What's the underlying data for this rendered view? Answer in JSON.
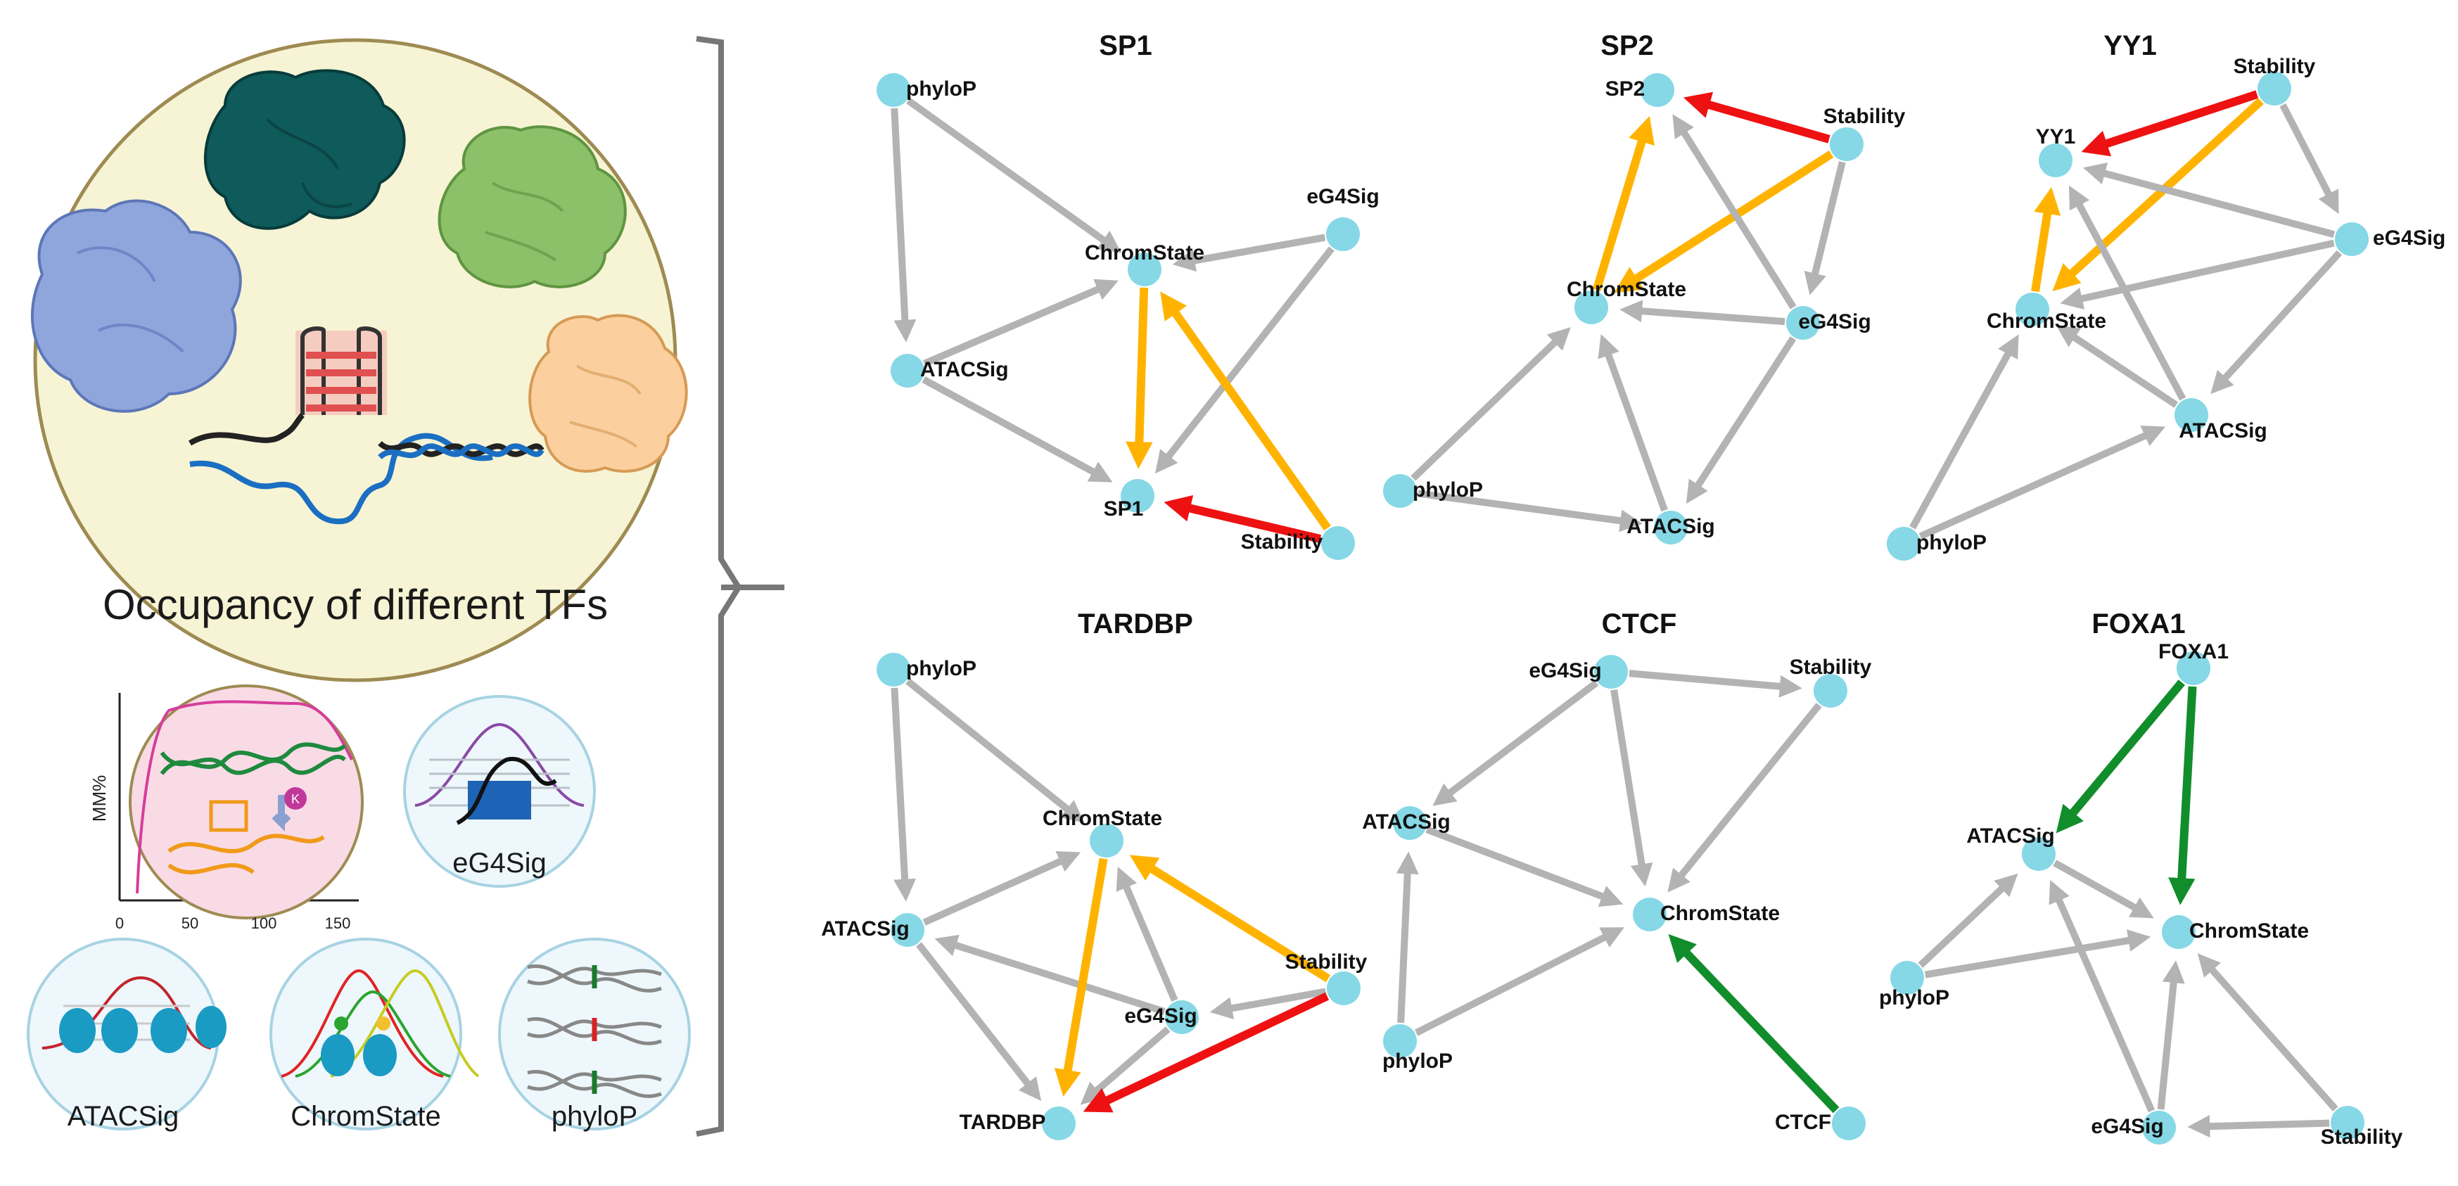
{
  "colors": {
    "node": "#86d8e6",
    "edge_gray": "#b3b3b3",
    "edge_orange": "#ffb300",
    "edge_red": "#ee1111",
    "edge_green": "#118d2b",
    "big_circle_fill": "#f6f4d4",
    "big_circle_stroke": "#9e8b52",
    "bracket": "#777777"
  },
  "left_panel": {
    "big_circle_caption": "Occupancy of different TFs",
    "mm_plot": {
      "ylabel": "MM%",
      "xticks": [
        "0",
        "50",
        "100",
        "150"
      ],
      "ion_label": "K"
    },
    "small_circles": [
      "eG4Sig",
      "ATACSig",
      "ChromState",
      "phyloP"
    ],
    "icons": [
      "tf-protein-blue-icon",
      "tf-protein-darkteal-icon",
      "tf-protein-green-icon",
      "tf-protein-peach-icon",
      "g-quadruplex-icon",
      "dna-helix-icon",
      "signal-peak-icon",
      "nucleosome-icon",
      "dna-conservation-icon"
    ]
  },
  "networks": [
    {
      "title": "SP1",
      "nodes": [
        "phyloP",
        "ChromState",
        "eG4Sig",
        "ATACSig",
        "SP1",
        "Stability"
      ],
      "edges": [
        {
          "from": "phyloP",
          "to": "ChromState",
          "color": "gray"
        },
        {
          "from": "phyloP",
          "to": "ATACSig",
          "color": "gray"
        },
        {
          "from": "ATACSig",
          "to": "ChromState",
          "color": "gray"
        },
        {
          "from": "ATACSig",
          "to": "SP1",
          "color": "gray"
        },
        {
          "from": "eG4Sig",
          "to": "ChromState",
          "color": "gray"
        },
        {
          "from": "eG4Sig",
          "to": "SP1",
          "color": "gray"
        },
        {
          "from": "ChromState",
          "to": "SP1",
          "color": "orange"
        },
        {
          "from": "Stability",
          "to": "ChromState",
          "color": "orange"
        },
        {
          "from": "Stability",
          "to": "SP1",
          "color": "red"
        }
      ]
    },
    {
      "title": "SP2",
      "nodes": [
        "SP2",
        "Stability",
        "ChromState",
        "eG4Sig",
        "phyloP",
        "ATACSig"
      ],
      "edges": [
        {
          "from": "Stability",
          "to": "SP2",
          "color": "red"
        },
        {
          "from": "ChromState",
          "to": "SP2",
          "color": "orange"
        },
        {
          "from": "Stability",
          "to": "ChromState",
          "color": "orange"
        },
        {
          "from": "eG4Sig",
          "to": "SP2",
          "color": "gray"
        },
        {
          "from": "Stability",
          "to": "eG4Sig",
          "color": "gray"
        },
        {
          "from": "eG4Sig",
          "to": "ChromState",
          "color": "gray"
        },
        {
          "from": "eG4Sig",
          "to": "ATACSig",
          "color": "gray"
        },
        {
          "from": "phyloP",
          "to": "ChromState",
          "color": "gray"
        },
        {
          "from": "phyloP",
          "to": "ATACSig",
          "color": "gray"
        },
        {
          "from": "ATACSig",
          "to": "ChromState",
          "color": "gray"
        }
      ]
    },
    {
      "title": "YY1",
      "nodes": [
        "Stability",
        "YY1",
        "eG4Sig",
        "ChromState",
        "ATACSig",
        "phyloP"
      ],
      "edges": [
        {
          "from": "Stability",
          "to": "YY1",
          "color": "red"
        },
        {
          "from": "Stability",
          "to": "ChromState",
          "color": "orange"
        },
        {
          "from": "ChromState",
          "to": "YY1",
          "color": "orange"
        },
        {
          "from": "Stability",
          "to": "eG4Sig",
          "color": "gray"
        },
        {
          "from": "eG4Sig",
          "to": "YY1",
          "color": "gray"
        },
        {
          "from": "eG4Sig",
          "to": "ChromState",
          "color": "gray"
        },
        {
          "from": "eG4Sig",
          "to": "ATACSig",
          "color": "gray"
        },
        {
          "from": "ATACSig",
          "to": "YY1",
          "color": "gray"
        },
        {
          "from": "ATACSig",
          "to": "ChromState",
          "color": "gray"
        },
        {
          "from": "phyloP",
          "to": "ChromState",
          "color": "gray"
        },
        {
          "from": "phyloP",
          "to": "ATACSig",
          "color": "gray"
        }
      ]
    },
    {
      "title": "TARDBP",
      "nodes": [
        "phyloP",
        "ChromState",
        "ATACSig",
        "Stability",
        "eG4Sig",
        "TARDBP"
      ],
      "edges": [
        {
          "from": "phyloP",
          "to": "ChromState",
          "color": "gray"
        },
        {
          "from": "phyloP",
          "to": "ATACSig",
          "color": "gray"
        },
        {
          "from": "ATACSig",
          "to": "ChromState",
          "color": "gray"
        },
        {
          "from": "ATACSig",
          "to": "TARDBP",
          "color": "gray"
        },
        {
          "from": "eG4Sig",
          "to": "ATACSig",
          "color": "gray"
        },
        {
          "from": "eG4Sig",
          "to": "ChromState",
          "color": "gray"
        },
        {
          "from": "eG4Sig",
          "to": "TARDBP",
          "color": "gray"
        },
        {
          "from": "Stability",
          "to": "eG4Sig",
          "color": "gray"
        },
        {
          "from": "ChromState",
          "to": "TARDBP",
          "color": "orange"
        },
        {
          "from": "Stability",
          "to": "ChromState",
          "color": "orange"
        },
        {
          "from": "Stability",
          "to": "TARDBP",
          "color": "red"
        }
      ]
    },
    {
      "title": "CTCF",
      "nodes": [
        "eG4Sig",
        "Stability",
        "ATACSig",
        "ChromState",
        "phyloP",
        "CTCF"
      ],
      "edges": [
        {
          "from": "eG4Sig",
          "to": "Stability",
          "color": "gray"
        },
        {
          "from": "eG4Sig",
          "to": "ATACSig",
          "color": "gray"
        },
        {
          "from": "eG4Sig",
          "to": "ChromState",
          "color": "gray"
        },
        {
          "from": "Stability",
          "to": "ChromState",
          "color": "gray"
        },
        {
          "from": "ATACSig",
          "to": "ChromState",
          "color": "gray"
        },
        {
          "from": "phyloP",
          "to": "ATACSig",
          "color": "gray"
        },
        {
          "from": "phyloP",
          "to": "ChromState",
          "color": "gray"
        },
        {
          "from": "CTCF",
          "to": "ChromState",
          "color": "green"
        }
      ]
    },
    {
      "title": "FOXA1",
      "nodes": [
        "FOXA1",
        "ATACSig",
        "ChromState",
        "phyloP",
        "eG4Sig",
        "Stability"
      ],
      "edges": [
        {
          "from": "FOXA1",
          "to": "ATACSig",
          "color": "green"
        },
        {
          "from": "FOXA1",
          "to": "ChromState",
          "color": "green"
        },
        {
          "from": "ATACSig",
          "to": "ChromState",
          "color": "gray"
        },
        {
          "from": "phyloP",
          "to": "ATACSig",
          "color": "gray"
        },
        {
          "from": "phyloP",
          "to": "ChromState",
          "color": "gray"
        },
        {
          "from": "eG4Sig",
          "to": "ATACSig",
          "color": "gray"
        },
        {
          "from": "eG4Sig",
          "to": "ChromState",
          "color": "gray"
        },
        {
          "from": "Stability",
          "to": "ChromState",
          "color": "gray"
        },
        {
          "from": "Stability",
          "to": "eG4Sig",
          "color": "gray"
        }
      ]
    }
  ]
}
